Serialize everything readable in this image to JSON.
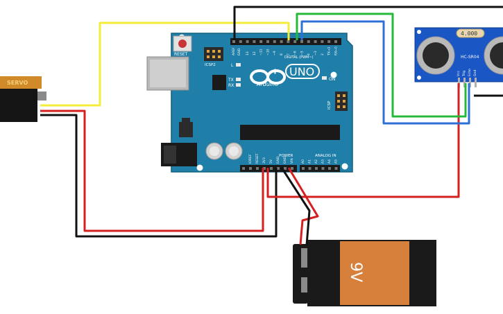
{
  "board": {
    "reset_label": "RESET",
    "icsp2_label": "ICSP2",
    "l_label": "L",
    "tx_label": "TX",
    "rx_label": "RX",
    "on_label": "ON",
    "uno_label": "UNO",
    "brand_label": "Arduino",
    "trademark": "™",
    "digital_label": "DIGITAL (PWM~)",
    "icsp_label": "ICSP",
    "power_label": "POWER",
    "analog_label": "ANALOG IN",
    "aref_label": "AREF",
    "gnd_label": "GND",
    "power_pins": [
      "IOREF",
      "RESET",
      "3V3",
      "5V",
      "GND",
      "GND",
      "VIN"
    ],
    "analog_pins": [
      "A0",
      "A1",
      "A2",
      "A3",
      "A4",
      "A5"
    ],
    "digital_pins": [
      "13",
      "12",
      "~11",
      "~10",
      "~9",
      "8",
      "7",
      "~6",
      "~5",
      "4",
      "~3",
      "2",
      "TX→1",
      "RX←0"
    ]
  },
  "servo": {
    "label": "SERVO"
  },
  "sensor": {
    "model": "HC-SR04",
    "display": "4.000",
    "pins": [
      "Vcc",
      "Trig",
      "Echo",
      "Gnd"
    ]
  },
  "battery": {
    "label": "9V"
  },
  "colors": {
    "board": "#1f7fa8",
    "board_edge": "#14607f",
    "wire_signal": "#f5ec3a",
    "wire_power": "#d61f1f",
    "wire_ground": "#111111",
    "wire_trig": "#26b83a",
    "wire_echo": "#2e6fd6",
    "sensor_pcb": "#1a56c4",
    "battery_body": "#d7803c",
    "battery_cap": "#1a1a1a"
  }
}
